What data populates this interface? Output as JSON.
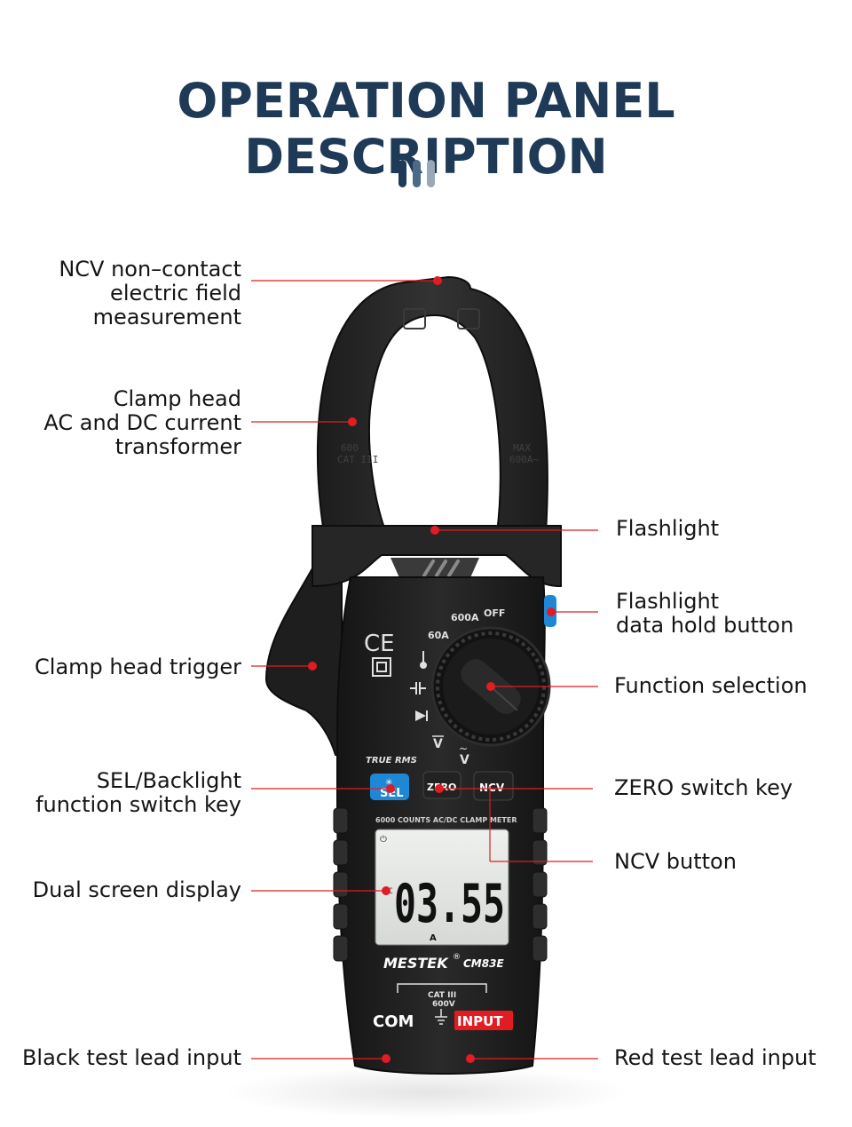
{
  "title": "OPERATION PANEL DESCRIPTION",
  "colors": {
    "title": "#1f3a57",
    "accent": "#e11c23",
    "deco": [
      "#1f3a57",
      "#4b6a88",
      "#97a8b9"
    ],
    "body": "#1a1a1a",
    "sel_button": "#1e88d6"
  },
  "callouts": {
    "ncv_measure": "NCV non–contact\nelectric field\nmeasurement",
    "clamp_head": "Clamp head\nAC and DC current\ntransformer",
    "flashlight": "Flashlight",
    "flashlight_hold": "Flashlight\ndata hold button",
    "clamp_trigger": "Clamp head trigger",
    "function_selection": "Function selection",
    "sel_backlight": "SEL/Backlight\nfunction switch key",
    "zero_key": "ZERO switch key",
    "ncv_button": "NCV button",
    "dual_screen": "Dual screen display",
    "black_lead": "Black test lead input",
    "red_lead": "Red test lead input"
  },
  "device": {
    "cat_left": "600\nCAT III",
    "cat_right": "MAX\n600A~",
    "dial_60a": "60A",
    "dial_600a": "600A",
    "dial_off": "OFF",
    "dial_v_dc": "V",
    "dial_v_ac": "V",
    "true_rms": "TRUE RMS",
    "sel_label": "SEL",
    "zero_label": "ZERO",
    "ncv_label": "NCV",
    "model_banner": "6000 COUNTS AC/DC CLAMP METER",
    "reading": "03.55",
    "reading_unit": "A",
    "brand": "MESTEK",
    "model": "CM83E",
    "cat_rating": "CAT III\n600V",
    "com": "COM",
    "input": "INPUT",
    "ce_mark": "CE"
  }
}
